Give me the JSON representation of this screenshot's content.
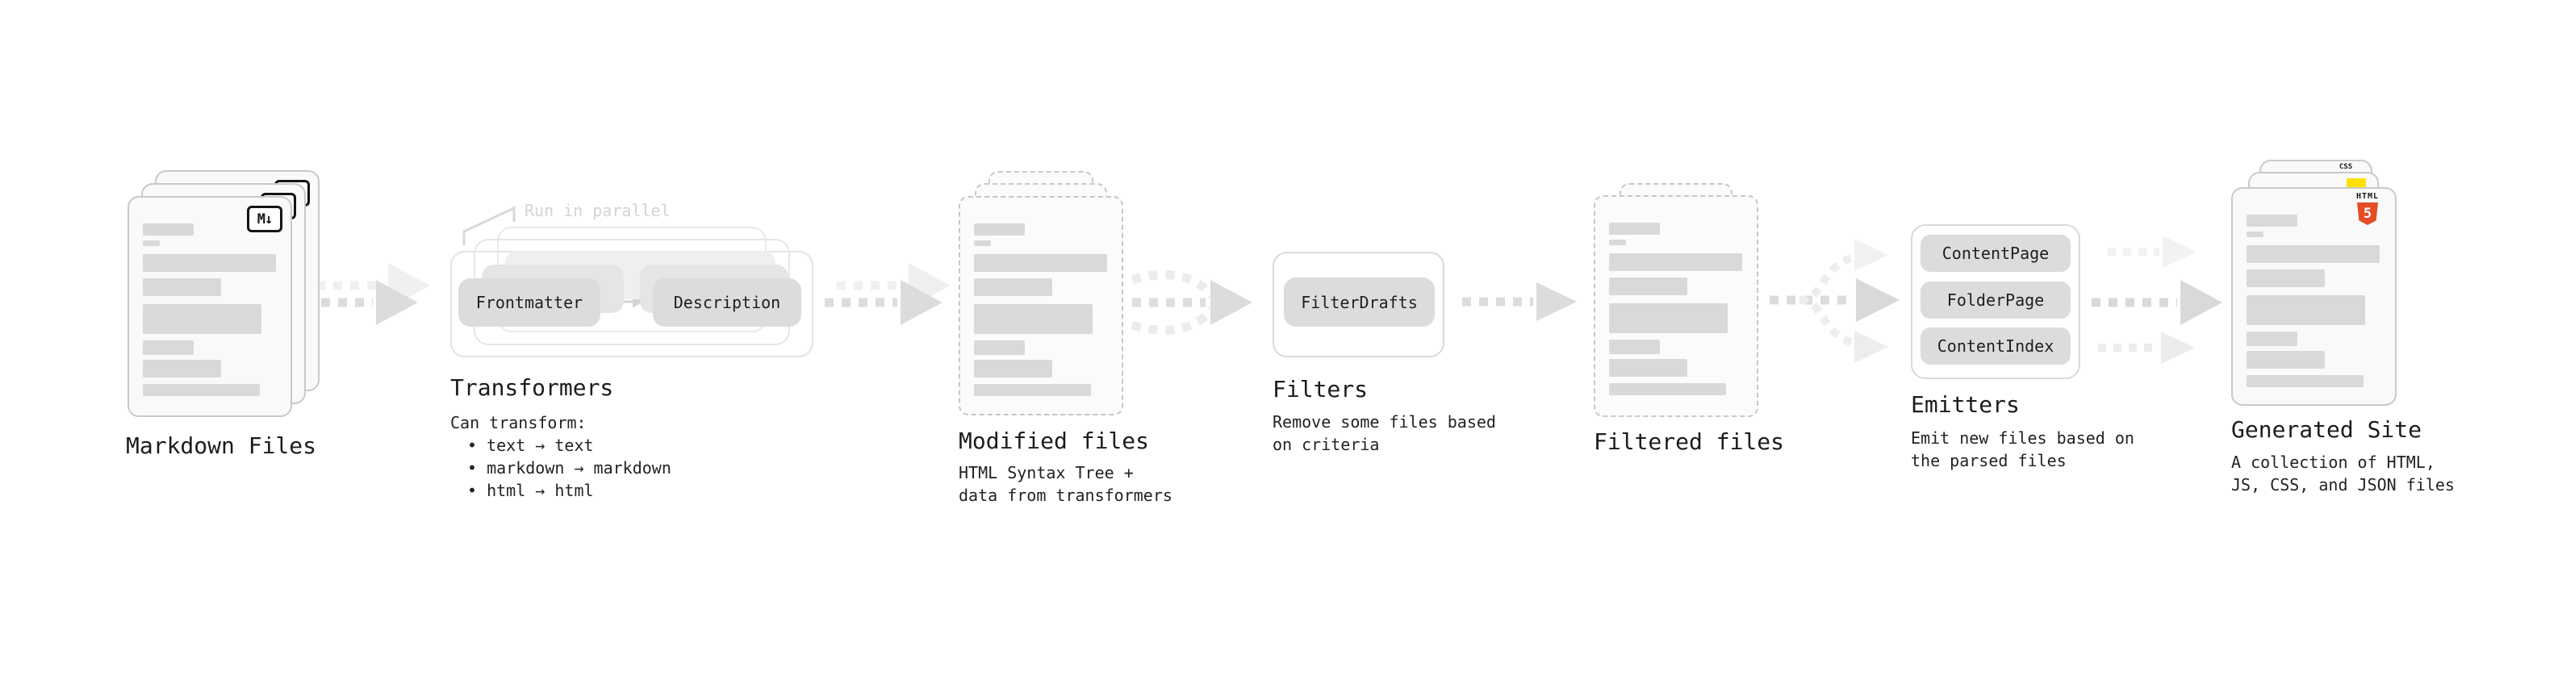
{
  "colors": {
    "arrow_main": "#dcdcdc",
    "arrow_light": "#efefef",
    "bar_fill": "#d9d9d9",
    "pill_fill": "#dcdcdc",
    "text": "#1c1c1c",
    "callout_text": "#d4d4d4",
    "html5_orange": "#e44d26",
    "js_yellow": "#ffe000",
    "css_blue": "#2965f1"
  },
  "nodes": {
    "markdown": {
      "label": "Markdown Files"
    },
    "transformers": {
      "label": "Transformers",
      "callout": "Run in parallel",
      "box_frontmatter": "Frontmatter",
      "box_description": "Description",
      "note_title": "Can transform:",
      "bullets": [
        "• text → text",
        "• markdown → markdown",
        "• html → html"
      ]
    },
    "modified": {
      "label": "Modified files",
      "desc_line1": "HTML Syntax Tree +",
      "desc_line2": "data from transformers"
    },
    "filters": {
      "label": "Filters",
      "box_filterdrafts": "FilterDrafts",
      "desc_line1": "Remove some files based",
      "desc_line2": "on criteria"
    },
    "filtered": {
      "label": "Filtered files"
    },
    "emitters": {
      "label": "Emitters",
      "box_contentpage": "ContentPage",
      "box_folderpage": "FolderPage",
      "box_contentindex": "ContentIndex",
      "desc_line1": "Emit new files based on",
      "desc_line2": "the parsed files"
    },
    "generated": {
      "label": "Generated Site",
      "desc_line1": "A collection of HTML,",
      "desc_line2": "JS, CSS, and JSON files"
    }
  },
  "icons": {
    "markdown_badge": "M↓",
    "css_badge": "CSS",
    "html_badge_label": "HTML",
    "html_badge_number": "5"
  }
}
